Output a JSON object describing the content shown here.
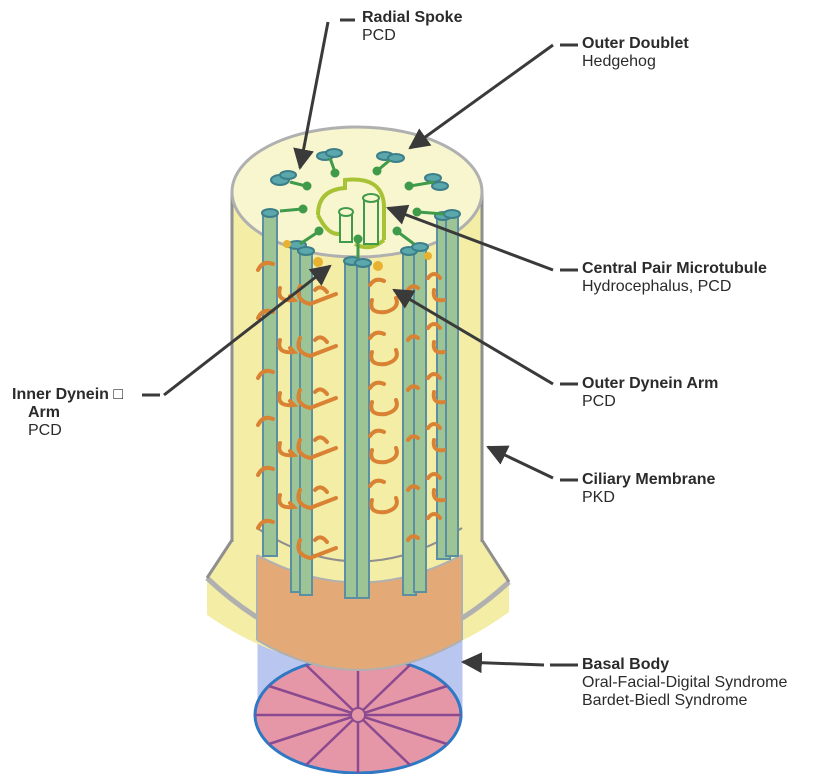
{
  "colors": {
    "membrane_fill": "#f3eda6",
    "membrane_top": "#f8f6cf",
    "membrane_stroke": "#8f8f8f",
    "collar_stroke": "#b0b0b0",
    "basal_band": "#e3aa78",
    "basal_disk": "#e597a8",
    "basal_outline": "#2f78c4",
    "basal_spokes": "#8b4a8f",
    "basal_side": "#b9c6f0",
    "doublet_fill": "#9dc495",
    "doublet_stroke": "#5b8fa3",
    "doublet_cap": "#5aa7ac",
    "dynein_arm": "#d98234",
    "radial_spoke": "#3f9a4a",
    "central_pair": "#a8c236",
    "leader_line": "#3a3a3a"
  },
  "labels": {
    "radial_spoke": {
      "title": "Radial Spoke",
      "sub": "PCD"
    },
    "outer_doublet": {
      "title": "Outer Doublet",
      "sub": "Hedgehog"
    },
    "central_pair": {
      "title": "Central Pair Microtubule",
      "sub": "Hydrocephalus, PCD"
    },
    "inner_dynein": {
      "title_line1": "Inner Dynein □",
      "title_line2": "Arm",
      "sub": "PCD"
    },
    "outer_dynein": {
      "title": "Outer Dynein Arm",
      "sub": "PCD"
    },
    "ciliary_membrane": {
      "title": "Ciliary Membrane",
      "sub": "PKD"
    },
    "basal_body": {
      "title": "Basal Body",
      "sub1": "Oral-Facial-Digital Syndrome",
      "sub2": "Bardet-Biedl Syndrome"
    }
  }
}
